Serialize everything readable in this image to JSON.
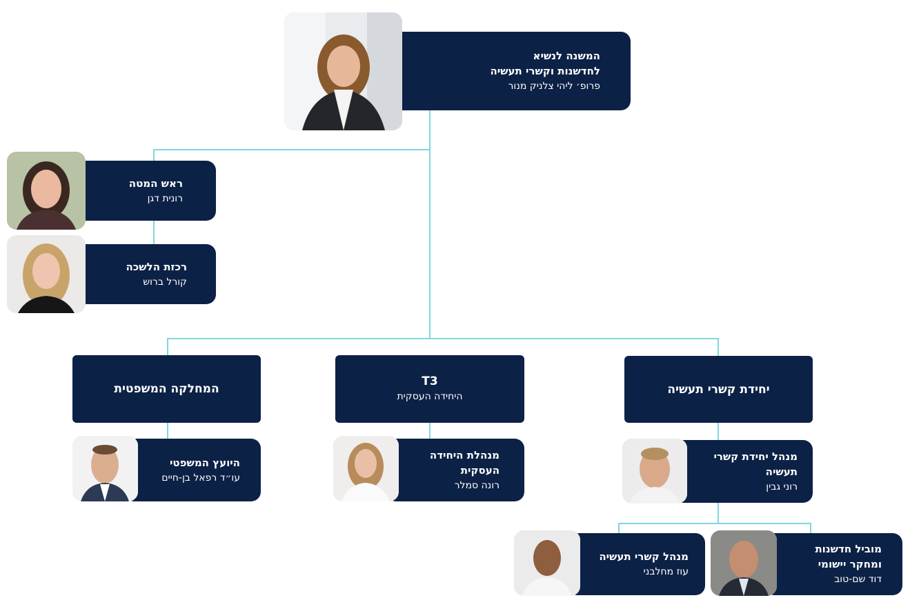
{
  "top": {
    "title_line1": "המשנה לנשיא",
    "title_line2": "לחדשנות וקשרי תעשיה",
    "name": "פרופ׳ ליהי צלניק מנור"
  },
  "staff_head": {
    "title": "ראש המטה",
    "name": "רונית דגן"
  },
  "office_coord": {
    "title": "רכזת הלשכה",
    "name": "קורל ברוש"
  },
  "departments": [
    {
      "title": "יחידת קשרי תעשיה",
      "subtitle": ""
    },
    {
      "title": "T3",
      "subtitle": "היחידה העסקית"
    },
    {
      "title": "המחלקה המשפטית",
      "subtitle": ""
    }
  ],
  "industry_manager": {
    "title_line1": "מנהל יחידת קשרי",
    "title_line2": "תעשיה",
    "name": "רוני גבין"
  },
  "business_manager": {
    "title_line1": "מנהלת היחידה",
    "title_line2": "העסקית",
    "name": "רונה סמלר"
  },
  "legal_advisor": {
    "title": "היועץ המשפטי",
    "name": "עו״ד רפאל בן-חיים"
  },
  "innovation_lead": {
    "title_line1": "מוביל חדשנות",
    "title_line2": "ומחקר יישומי",
    "name": "דוד שם-טוב"
  },
  "industry_relations_manager": {
    "title": "מנהל קשרי תעשיה",
    "name": "עוז מחלבני"
  },
  "colors": {
    "card": "#0c2146",
    "connector": "#7fd6dd"
  }
}
